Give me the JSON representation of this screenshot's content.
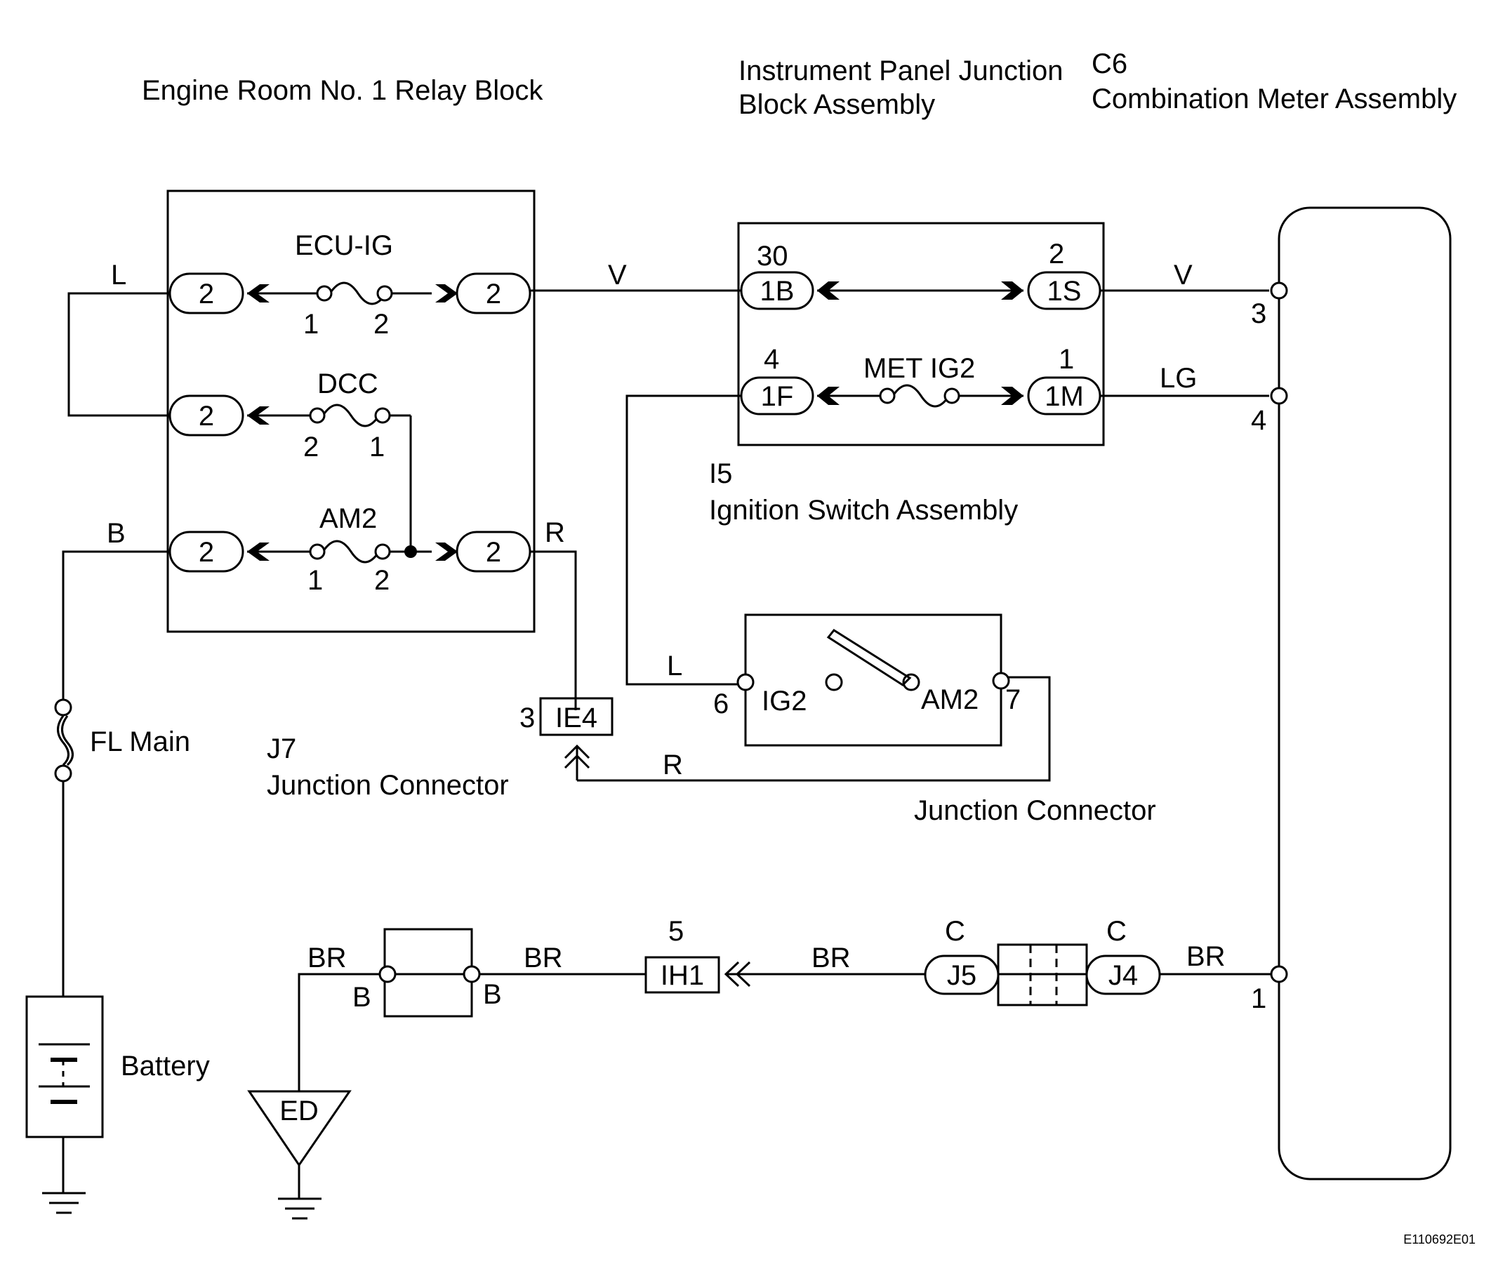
{
  "labels": {
    "relay_block_title": "Engine Room No. 1 Relay Block",
    "ip_junction_line1": "Instrument Panel Junction",
    "ip_junction_line2": "Block Assembly",
    "meter_code": "C6",
    "meter_name": "Combination Meter Assembly",
    "ignition_code": "I5",
    "ignition_name": "Ignition Switch Assembly",
    "j7_code": "J7",
    "j7_name": "Junction Connector",
    "junction_connector": "Junction Connector",
    "fl_main": "FL Main",
    "battery": "Battery",
    "ground_ed": "ED",
    "figure_id": "E110692E01"
  },
  "fuses": {
    "ecu_ig": {
      "name": "ECU-IG",
      "pin_left": "1",
      "pin_right": "2"
    },
    "dcc": {
      "name": "DCC",
      "pin_left": "2",
      "pin_right": "1"
    },
    "am2": {
      "name": "AM2",
      "pin_left": "1",
      "pin_right": "2"
    },
    "met_ig2": {
      "name": "MET IG2"
    }
  },
  "relay_connectors": [
    "2",
    "2",
    "2",
    "2",
    "2"
  ],
  "ip_connectors": {
    "c1b": "1B",
    "c1s": "1S",
    "c1f": "1F",
    "c1m": "1M",
    "n30": "30",
    "n2": "2",
    "n4": "4",
    "n1": "1"
  },
  "wires": {
    "w_l_top": "L",
    "w_v_left": "V",
    "w_v_right": "V",
    "w_lg": "LG",
    "w_b": "B",
    "w_r_top": "R",
    "w_l_ig": "L",
    "w_r_bottom": "R",
    "w_br1": "BR",
    "w_br2": "BR",
    "w_br3": "BR",
    "w_br4": "BR"
  },
  "meter_pins": {
    "p3": "3",
    "p4": "4",
    "p1": "1"
  },
  "ignition_switch": {
    "pin6": "6",
    "pin7": "7",
    "ig2": "IG2",
    "am2": "AM2"
  },
  "connectors": {
    "ie4": "IE4",
    "ie4_pin": "3",
    "ih1": "IH1",
    "ih1_pin": "5",
    "j5": "J5",
    "j5_code": "C",
    "j4": "J4",
    "j4_code": "C"
  },
  "ground_block": {
    "left": "B",
    "right": "B"
  }
}
